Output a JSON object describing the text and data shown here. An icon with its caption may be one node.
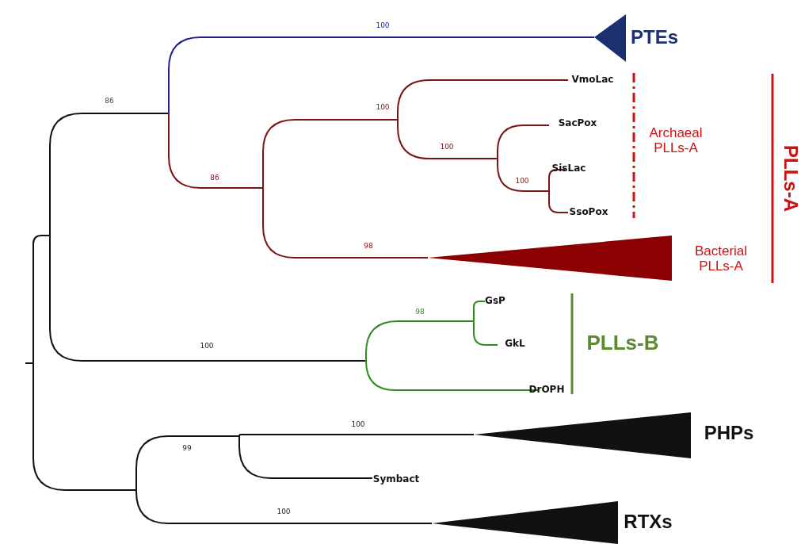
{
  "diagram": {
    "labels": [
      "100",
      "PTEs",
      "VmoLac",
      "86",
      "100",
      "Archaeal PLLs-A",
      "PLLs-A",
      "SacPox",
      "100",
      "SisLac",
      "86",
      "100",
      "SsoPox",
      "98",
      "Bacterial PLLs-A",
      "98",
      "GsP",
      "PLLs-B",
      "100",
      "GkL",
      "DrOPH",
      "100",
      "PHPs",
      "99",
      "Symbact",
      "100",
      "RTXs"
    ]
  }
}
